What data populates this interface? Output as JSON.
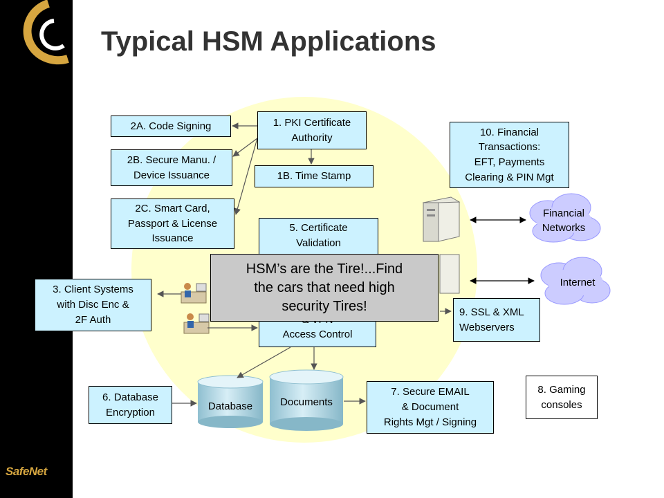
{
  "slide": {
    "title": "Typical HSM Applications",
    "brand": "SafeNet"
  },
  "boxes": {
    "pki": "1. PKI Certificate\nAuthority",
    "timestamp": "1B. Time Stamp",
    "code_signing": "2A. Code Signing",
    "secure_manu": "2B. Secure Manu. /\nDevice Issuance",
    "smart_card": "2C. Smart Card,\nPassport & License\nIssuance",
    "client_systems": "3. Client Systems\nwith Disc Enc &\n2F Auth",
    "cert_validation": "5. Certificate\nValidation",
    "vpn_access": "& VPN\nAccess Control",
    "db_encryption": "6. Database\nEncryption",
    "secure_email": "7. Secure EMAIL\n& Document\nRights Mgt / Signing",
    "gaming": "8. Gaming\nconsoles",
    "webservers": "9. SSL & XML\nWebservers",
    "financial_tx": "10. Financial\nTransactions:\nEFT, Payments\nClearing & PIN Mgt"
  },
  "clouds": {
    "financial_networks": "Financial\nNetworks",
    "internet": "Internet"
  },
  "cylinders": {
    "database": "Database",
    "documents": "Documents"
  },
  "callout": "HSM’s are the Tire!...Find\nthe cars that need high\nsecurity Tires!",
  "colors": {
    "box_fill": "#ccf2ff",
    "circle_fill": "#ffffcc",
    "cylinder_fill": "#b9dde8",
    "cloud_fill": "#ccccff",
    "callout_fill": "#c9c9c9",
    "sidebar": "#000000",
    "logo_accent": "#d6a640"
  }
}
